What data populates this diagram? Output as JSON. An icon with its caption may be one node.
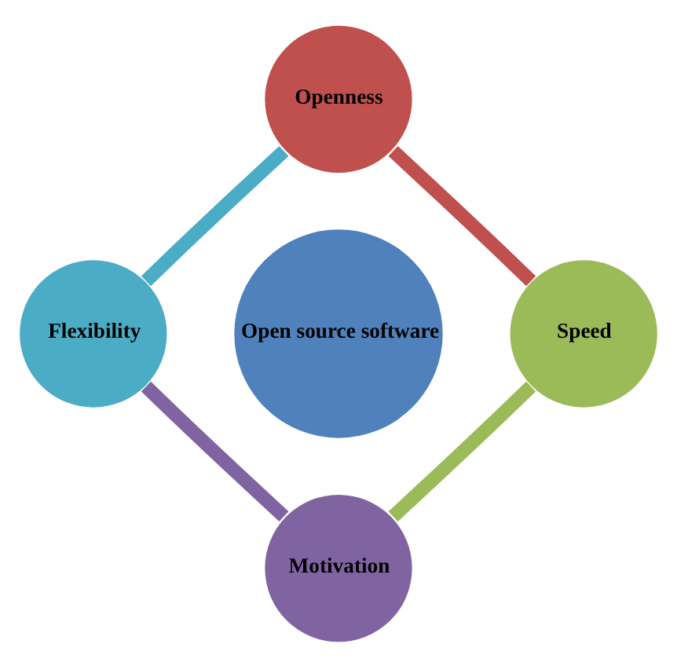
{
  "diagram": {
    "nodes": [
      {
        "text": [
          "Open source software"
        ]
      },
      {
        "text": [
          "Openness"
        ]
      },
      {
        "text": [
          "Speed"
        ]
      },
      {
        "text": [
          "Motivation"
        ]
      },
      {
        "text": [
          "Flexibility"
        ]
      }
    ],
    "edges": [
      {
        "from": 1,
        "to": 2,
        "arrow": "none",
        "color": "#c0504d"
      },
      {
        "from": 2,
        "to": 3,
        "arrow": "none",
        "color": "#9bbb59"
      },
      {
        "from": 3,
        "to": 4,
        "arrow": "none",
        "color": "#8064a2"
      },
      {
        "from": 4,
        "to": 1,
        "arrow": "none",
        "color": "#4bacc6"
      }
    ]
  }
}
